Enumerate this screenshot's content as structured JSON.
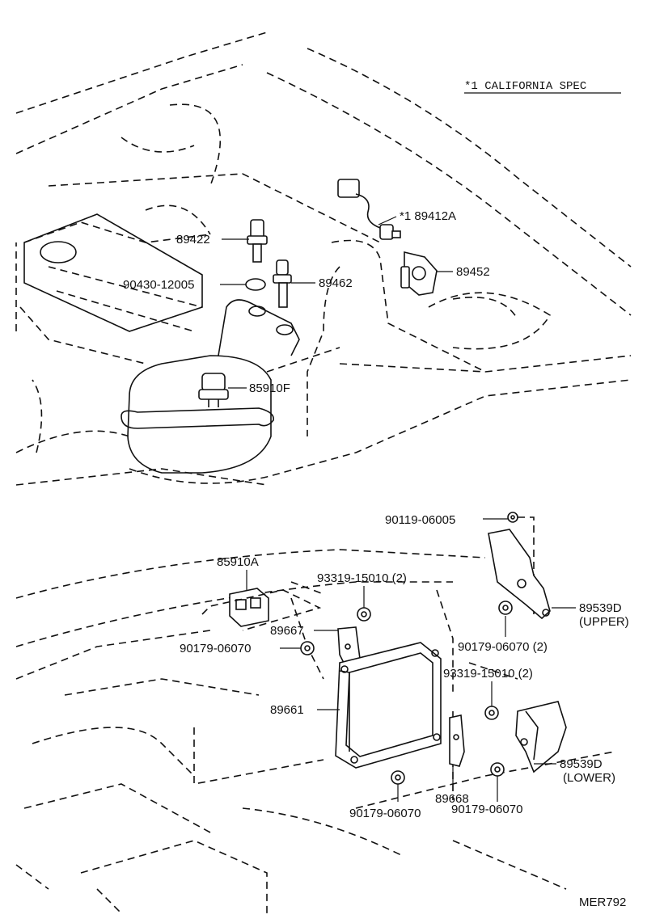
{
  "note": "*1 CALIFORNIA SPEC",
  "drawing_code": "MER792",
  "parts": {
    "p89422": "89422",
    "p89412a": "*1 89412A",
    "p89452": "89452",
    "p90430": "90430-12005",
    "p89462": "89462",
    "p85910f": "85910F",
    "p90119": "90119-06005",
    "p85910a": "85910A",
    "p93319_upper": "93319-15010 (2)",
    "p89539d_upper": "89539D",
    "p89539d_upper_note": "(UPPER)",
    "p89667": "89667",
    "p90179_left": "90179-06070",
    "p90179_right": "90179-06070 (2)",
    "p93319_lower": "93319-15010 (2)",
    "p89661": "89661",
    "p89539d_lower": "89539D",
    "p89539d_lower_note": "(LOWER)",
    "p89668": "89668",
    "p90179_bottom_left": "90179-06070",
    "p90179_bottom_right": "90179-06070"
  }
}
